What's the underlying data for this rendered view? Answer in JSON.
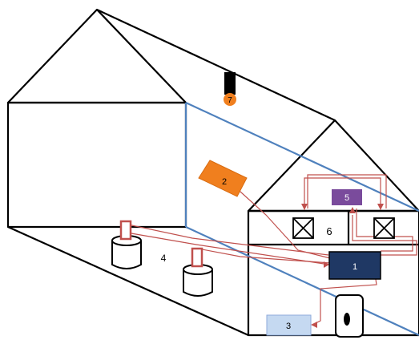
{
  "diagram": {
    "labels": {
      "unit1": "1",
      "unit2": "2",
      "unit3": "3",
      "tanks": "4",
      "unit5": "5",
      "fans": "6",
      "chimney": "7"
    },
    "colors": {
      "outline": "#000000",
      "roof_blue": "#4f81bd",
      "pipe_red": "#c0504d",
      "unit1_fill": "#1f3864",
      "unit2_fill": "#f07f1e",
      "unit3_fill": "#c5d9f1",
      "unit5_fill": "#7a4b9c",
      "chimney_fill": "#000000",
      "chimney_cap": "#f07f1e"
    }
  }
}
